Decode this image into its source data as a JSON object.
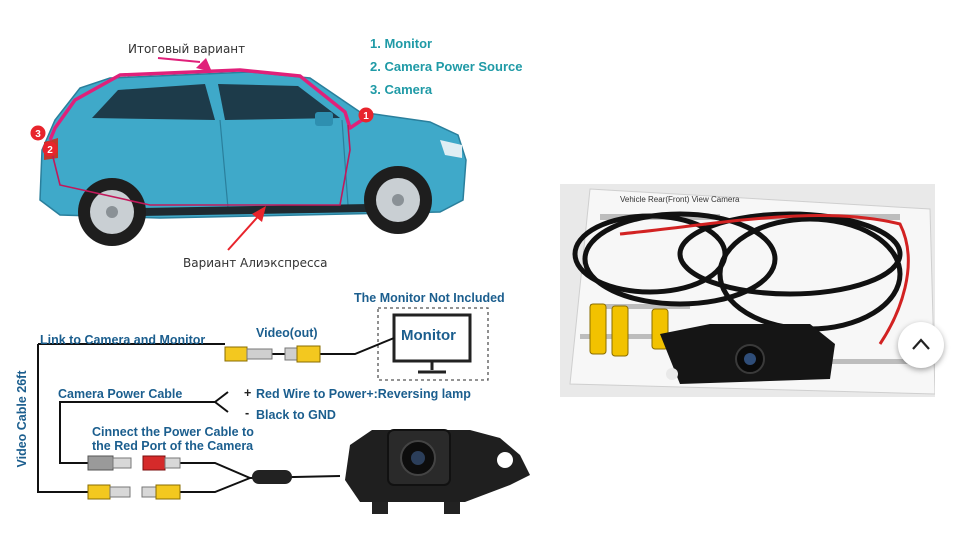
{
  "top_diagram": {
    "label_final_variant": "Итоговый вариант",
    "label_aliexpress_variant": "Вариант Алиэкспресса",
    "legend": [
      "1. Monitor",
      "2. Camera Power Source",
      "3. Camera"
    ],
    "markers": [
      "1",
      "2",
      "3"
    ]
  },
  "wiring_diagram": {
    "monitor_not_included": "The Monitor Not Included",
    "monitor_label": "Monitor",
    "link_label": "Link to Camera and Monitor",
    "video_out": "Video(out)",
    "video_cable": "Video Cable 26ft",
    "power_cable": "Camera Power Cable",
    "plus_sign": "+",
    "minus_sign": "-",
    "red_wire": "Red Wire to Power+:Reversing lamp",
    "black_wire": "Black to GND",
    "connect_line1": "Cinnect the Power Cable to",
    "connect_line2": "the Red Port of the Camera"
  },
  "photo": {
    "manual_title": "Vehicle Rear(Front) View Camera"
  },
  "colors": {
    "pink_route": "#e0207a",
    "red_arrow": "#e8242c",
    "teal_legend": "#1f9aa6",
    "blue_label": "#1b5e8e",
    "car_body": "#3fa9c9"
  },
  "icons": {
    "scroll_top": "chevron-up-icon"
  }
}
